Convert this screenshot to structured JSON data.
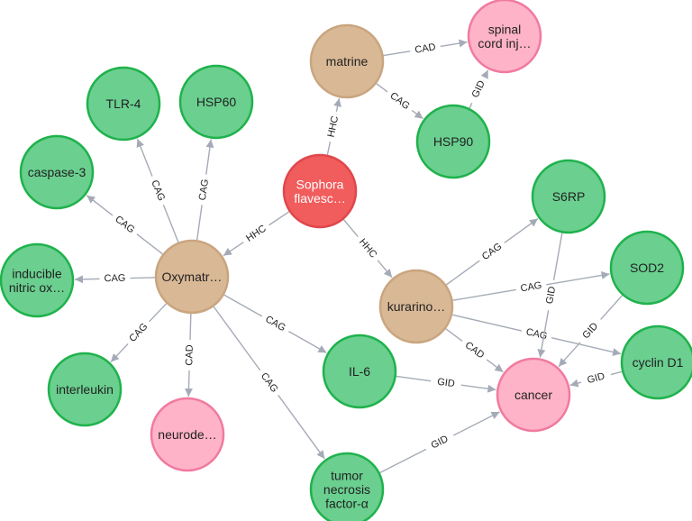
{
  "colors": {
    "herb_fill": "#f15c5c",
    "herb_stroke": "#e0474c",
    "compound_fill": "#d9b896",
    "compound_stroke": "#c9a57f",
    "target_fill": "#6acf8f",
    "target_stroke": "#1fb24c",
    "disease_fill": "#ffb3c8",
    "disease_stroke": "#f07aa0",
    "edge": "#a5abb6"
  },
  "nodes": [
    {
      "id": "sophora",
      "type": "herb",
      "lines": [
        "Sophora",
        "flavesc…"
      ]
    },
    {
      "id": "matrine",
      "type": "compound",
      "lines": [
        "matrine"
      ]
    },
    {
      "id": "oxymatrine",
      "type": "compound",
      "lines": [
        "Oxymatr…"
      ]
    },
    {
      "id": "kurarinone",
      "type": "compound",
      "lines": [
        "kurarino…"
      ]
    },
    {
      "id": "spinal",
      "type": "disease",
      "lines": [
        "spinal",
        "cord inj…"
      ]
    },
    {
      "id": "hsp90",
      "type": "target",
      "lines": [
        "HSP90"
      ]
    },
    {
      "id": "tlr4",
      "type": "target",
      "lines": [
        "TLR-4"
      ]
    },
    {
      "id": "hsp60",
      "type": "target",
      "lines": [
        "HSP60"
      ]
    },
    {
      "id": "caspase3",
      "type": "target",
      "lines": [
        "caspase-3"
      ]
    },
    {
      "id": "inos",
      "type": "target",
      "lines": [
        "inducible",
        "nitric ox…"
      ]
    },
    {
      "id": "interleukin",
      "type": "target",
      "lines": [
        "interleukin"
      ]
    },
    {
      "id": "neurode",
      "type": "disease",
      "lines": [
        "neurode…"
      ]
    },
    {
      "id": "il6",
      "type": "target",
      "lines": [
        "IL-6"
      ]
    },
    {
      "id": "tnf",
      "type": "target",
      "lines": [
        "tumor",
        "necrosis",
        "factor-α"
      ]
    },
    {
      "id": "s6rp",
      "type": "target",
      "lines": [
        "S6RP"
      ]
    },
    {
      "id": "sod2",
      "type": "target",
      "lines": [
        "SOD2"
      ]
    },
    {
      "id": "cyclind1",
      "type": "target",
      "lines": [
        "cyclin D1"
      ]
    },
    {
      "id": "cancer",
      "type": "disease",
      "lines": [
        "cancer"
      ]
    }
  ],
  "edges": [
    {
      "source": "sophora",
      "target": "matrine",
      "label": "HHC"
    },
    {
      "source": "sophora",
      "target": "oxymatrine",
      "label": "HHC"
    },
    {
      "source": "sophora",
      "target": "kurarinone",
      "label": "HHC"
    },
    {
      "source": "matrine",
      "target": "spinal",
      "label": "CAD"
    },
    {
      "source": "matrine",
      "target": "hsp90",
      "label": "CAG"
    },
    {
      "source": "hsp90",
      "target": "spinal",
      "label": "GID"
    },
    {
      "source": "oxymatrine",
      "target": "tlr4",
      "label": "CAG"
    },
    {
      "source": "oxymatrine",
      "target": "hsp60",
      "label": "CAG"
    },
    {
      "source": "oxymatrine",
      "target": "caspase3",
      "label": "CAG"
    },
    {
      "source": "oxymatrine",
      "target": "inos",
      "label": "CAG"
    },
    {
      "source": "oxymatrine",
      "target": "interleukin",
      "label": "CAG"
    },
    {
      "source": "oxymatrine",
      "target": "neurode",
      "label": "CAD"
    },
    {
      "source": "oxymatrine",
      "target": "il6",
      "label": "CAG"
    },
    {
      "source": "oxymatrine",
      "target": "tnf",
      "label": "CAG"
    },
    {
      "source": "kurarinone",
      "target": "s6rp",
      "label": "CAG"
    },
    {
      "source": "kurarinone",
      "target": "sod2",
      "label": "CAG"
    },
    {
      "source": "kurarinone",
      "target": "cyclind1",
      "label": "CAG"
    },
    {
      "source": "kurarinone",
      "target": "cancer",
      "label": "CAD"
    },
    {
      "source": "s6rp",
      "target": "cancer",
      "label": "GID"
    },
    {
      "source": "sod2",
      "target": "cancer",
      "label": "GID"
    },
    {
      "source": "cyclind1",
      "target": "cancer",
      "label": "GID"
    },
    {
      "source": "il6",
      "target": "cancer",
      "label": "GID"
    },
    {
      "source": "tnf",
      "target": "cancer",
      "label": "GID"
    }
  ]
}
